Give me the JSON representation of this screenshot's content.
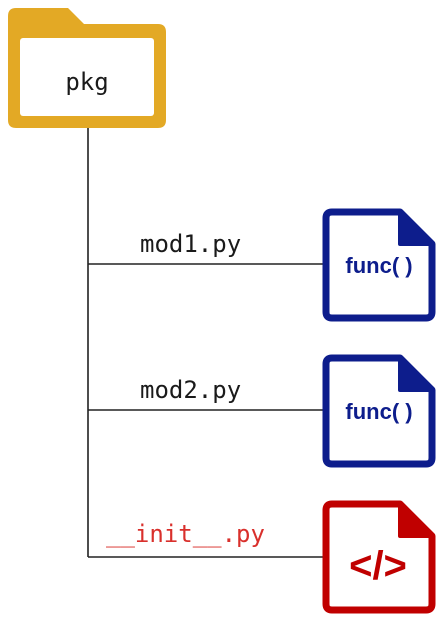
{
  "folder": {
    "label": "pkg",
    "color": "#E3A925"
  },
  "files": [
    {
      "name": "mod1.py",
      "icon_text": "func( )",
      "icon": "function-file-icon",
      "color": "#0D1D8C",
      "label_color": "#1a1a1a"
    },
    {
      "name": "mod2.py",
      "icon_text": "func( )",
      "icon": "function-file-icon",
      "color": "#0D1D8C",
      "label_color": "#1a1a1a"
    },
    {
      "name": "__init__.py",
      "icon_text": "</>",
      "icon": "code-file-icon",
      "color": "#C00000",
      "label_color": "#D9302C"
    }
  ],
  "colors": {
    "line": "#222222"
  }
}
